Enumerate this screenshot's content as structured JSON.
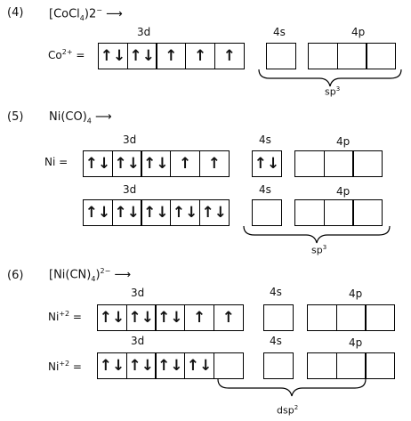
{
  "sections": [
    {
      "number": "(4)",
      "formula_html": "[CoCl<sub>4</sub>)2<sup>−</sup> ⟶",
      "rows": [
        {
          "ion_html": "Co<sup>2+</sup> =",
          "labels": {
            "d": "3d",
            "s": "4s",
            "p": "4p"
          },
          "d": [
            "↑↓",
            "↑↓",
            "↑",
            "↑",
            "↑"
          ],
          "s": [
            ""
          ],
          "p": [
            "",
            "",
            ""
          ],
          "hybrid_html": "sp<sup>3</sup>"
        }
      ]
    },
    {
      "number": "(5)",
      "formula_html": "Ni(CO)<sub>4</sub> ⟶",
      "rows": [
        {
          "ion_html": "Ni =",
          "labels": {
            "d": "3d",
            "s": "4s",
            "p": "4p"
          },
          "d": [
            "↑↓",
            "↑↓",
            "↑↓",
            "↑",
            "↑"
          ],
          "s": [
            "↑↓"
          ],
          "p": [
            "",
            "",
            ""
          ],
          "hybrid_html": ""
        },
        {
          "ion_html": "",
          "labels": {
            "d": "3d",
            "s": "4s",
            "p": "4p"
          },
          "d": [
            "↑↓",
            "↑↓",
            "↑↓",
            "↑↓",
            "↑↓"
          ],
          "s": [
            ""
          ],
          "p": [
            "",
            "",
            ""
          ],
          "hybrid_html": "sp<sup>3</sup>"
        }
      ]
    },
    {
      "number": "(6)",
      "formula_html": "[Ni(CN)<sub>4</sub>)<sup>2−</sup> ⟶",
      "rows": [
        {
          "ion_html": "Ni<sup>+2</sup> =",
          "labels": {
            "d": "3d",
            "s": "4s",
            "p": "4p"
          },
          "d": [
            "↑↓",
            "↑↓",
            "↑↓",
            "↑",
            "↑"
          ],
          "s": [
            ""
          ],
          "p": [
            "",
            "",
            ""
          ],
          "hybrid_html": ""
        },
        {
          "ion_html": "Ni<sup>+2</sup> =",
          "labels": {
            "d": "3d",
            "s": "4s",
            "p": "4p"
          },
          "d": [
            "↑↓",
            "↑↓",
            "↑↓",
            "↑↓",
            ""
          ],
          "s": [
            ""
          ],
          "p": [
            "",
            "",
            ""
          ],
          "hybrid_html": "dsp<sup>2</sup>"
        }
      ]
    }
  ]
}
